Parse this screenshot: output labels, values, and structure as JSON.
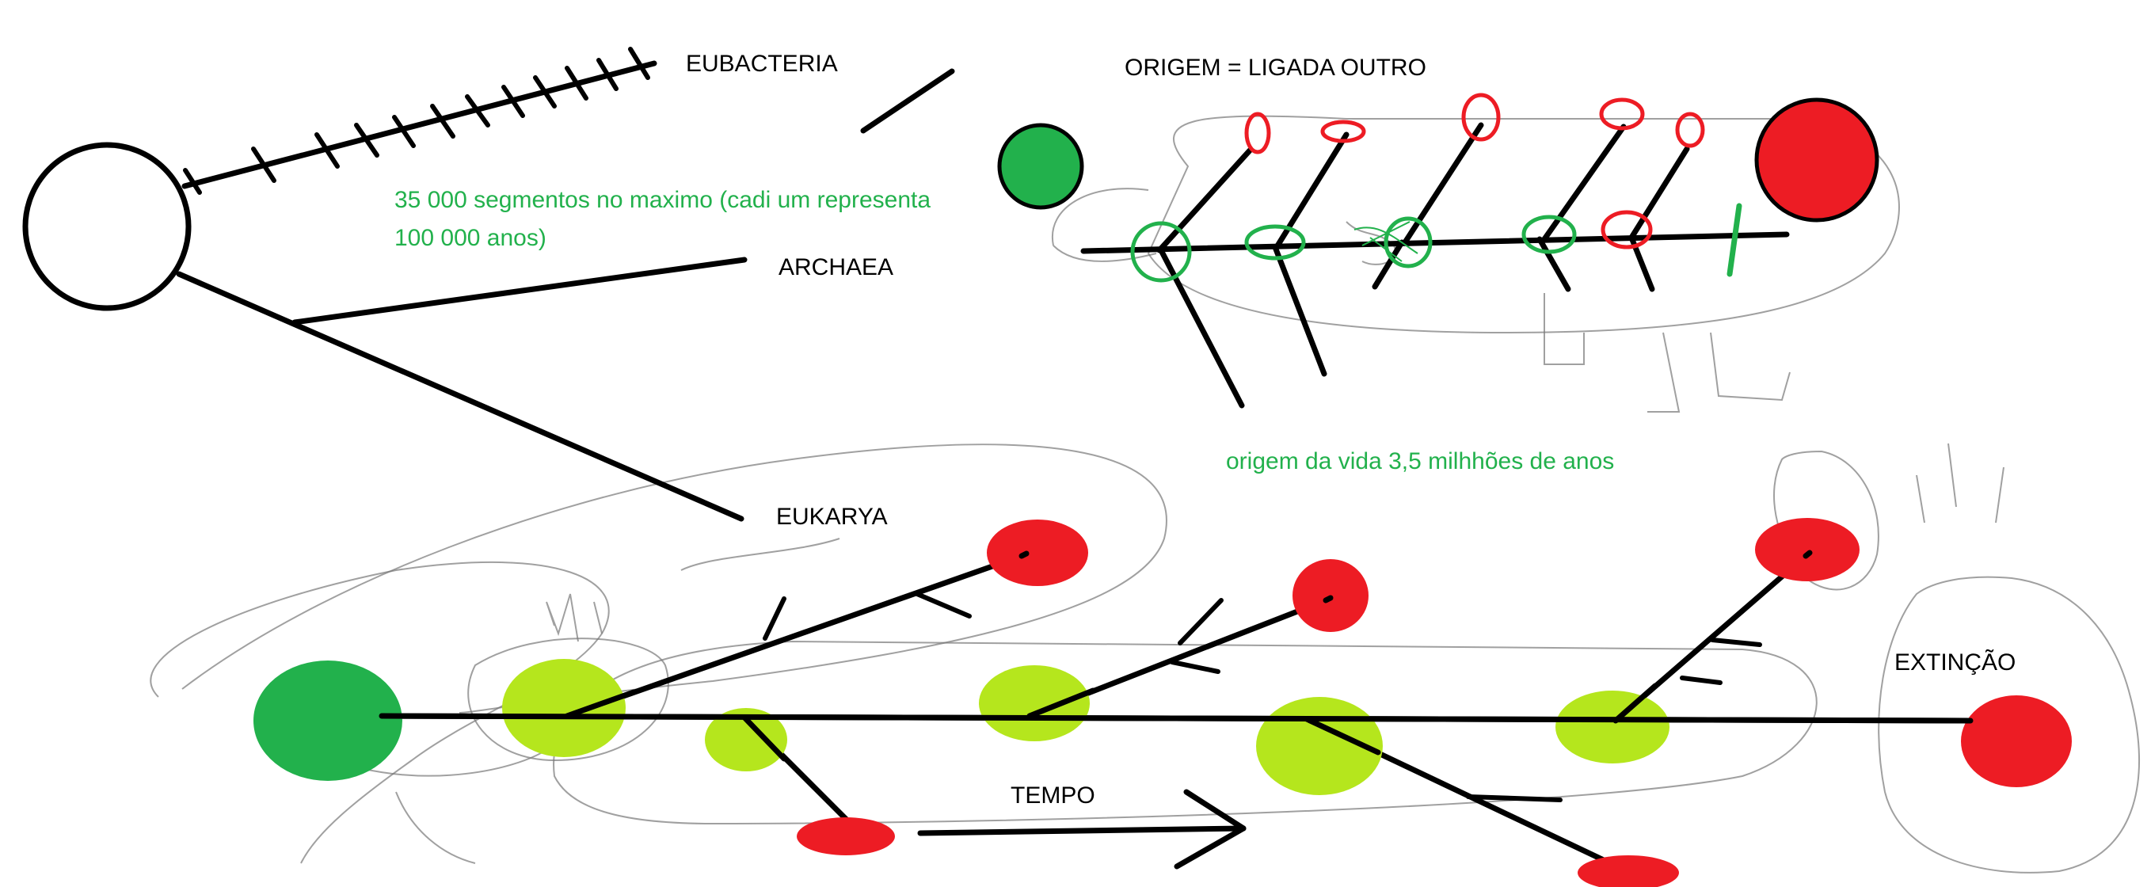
{
  "colors": {
    "green": "#22b14c",
    "red": "#ed1c24",
    "lime": "#b5e61d",
    "ink": "#000000",
    "pencil": "#777777"
  },
  "tree": {
    "eubacteria": "EUBACTERIA",
    "archaea": "ARCHAEA",
    "eukarya": "EUKARYA"
  },
  "notes": {
    "segments_line1": "35 000 segmentos no maximo (cadi um representa",
    "segments_line2": "100 000 anos)",
    "origin_title": "ORIGEM = LIGADA OUTRO",
    "life_origin": "origem da vida 3,5 milhhões de anos"
  },
  "timeline": {
    "time_label": "TEMPO",
    "extinction_label": "EXTINÇÃO"
  }
}
